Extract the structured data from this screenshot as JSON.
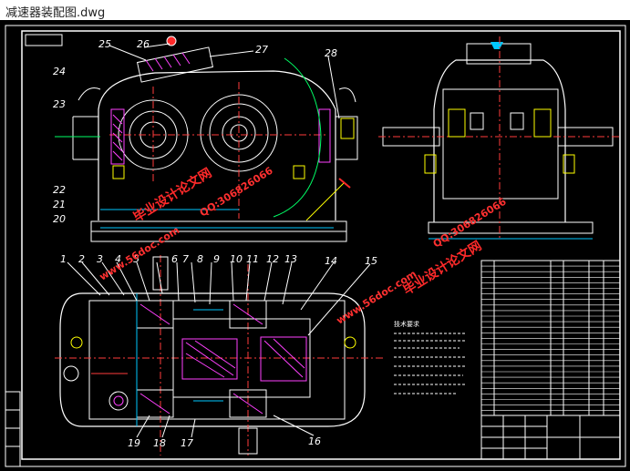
{
  "window": {
    "title": "减速器装配图.dwg"
  },
  "callouts_left": [
    "1",
    "2",
    "3",
    "4",
    "5",
    "6",
    "7",
    "8",
    "9",
    "10",
    "11",
    "12",
    "13",
    "14",
    "15"
  ],
  "callouts_side": [
    "24",
    "23",
    "22",
    "21",
    "20"
  ],
  "callouts_top": [
    "25",
    "26",
    "27",
    "28"
  ],
  "callouts_bottom": [
    "19",
    "18",
    "17",
    "16"
  ],
  "watermark": {
    "site_cn": "毕业设计论文网",
    "site_url": "www.56doc.com",
    "qq": "QQ:306826066"
  },
  "notes_heading": "技术要求",
  "colors": {
    "outline": "#ffffff",
    "center": "#ff3b3b",
    "dim": "#00c8ff",
    "hatch": "#ff40ff",
    "green": "#00ff66",
    "yellow": "#ffff00",
    "watermark": "#ff2222"
  }
}
